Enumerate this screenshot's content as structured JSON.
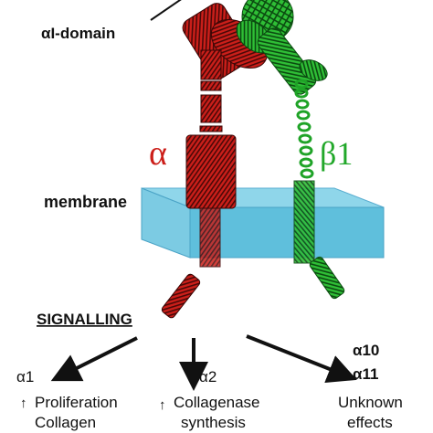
{
  "labels": {
    "alpha_i_domain": "αI-domain",
    "alpha": "α",
    "beta1": "β1",
    "membrane": "membrane",
    "signalling": "SIGNALLING"
  },
  "outcomes": [
    {
      "subunit": "α1",
      "lines": [
        "Proliferation",
        "Collagen"
      ],
      "arrow": "↑"
    },
    {
      "subunit": "α2",
      "lines": [
        "Collagenase",
        "synthesis"
      ],
      "arrow": "↑"
    },
    {
      "subunits": [
        "α10",
        "α11"
      ],
      "lines": [
        "Unknown",
        "effects"
      ]
    }
  ],
  "colors": {
    "alpha_subunit": "#cc1f1a",
    "beta_subunit": "#22a82a",
    "membrane_top": "#8fd6ea",
    "membrane_front": "#5fbfdc",
    "arrow": "#111111"
  }
}
